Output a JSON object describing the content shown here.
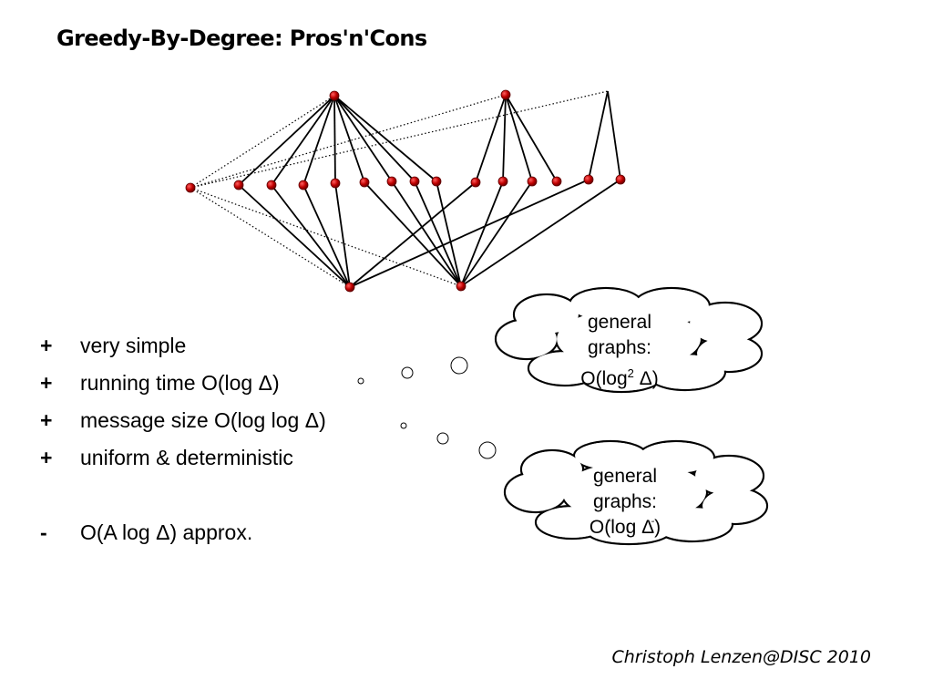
{
  "title": "Greedy-By-Degree: Pros'n'Cons",
  "bullets": [
    {
      "sign": "+",
      "text": "very simple"
    },
    {
      "sign": "+",
      "text": "running time O(log Δ)"
    },
    {
      "sign": "+",
      "text": "message size O(log log Δ)"
    },
    {
      "sign": "+",
      "text": "uniform & deterministic"
    },
    {
      "sign": "-",
      "text": "O(A log Δ) approx."
    }
  ],
  "clouds": [
    {
      "line1": "general",
      "line2": "graphs:",
      "line3_base": "O(log",
      "line3_sup": "2",
      "line3_tail": " Δ)"
    },
    {
      "line1": "general",
      "line2": "graphs:",
      "line3_base": "O(log",
      "line3_sup": "",
      "line3_tail": " Δ)"
    }
  ],
  "footer": "Christoph Lenzen@DISC 2010",
  "colors": {
    "node_fill": "#c00000",
    "node_stroke": "#600000",
    "edge": "#000000"
  }
}
